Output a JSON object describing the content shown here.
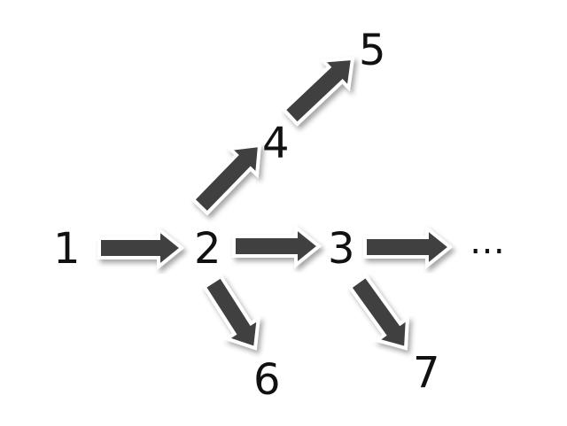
{
  "nodes": {
    "n1": "1",
    "n2": "2",
    "n3": "3",
    "n4": "4",
    "n5": "5",
    "n6": "6",
    "n7": "7",
    "continuation": "…"
  },
  "colors": {
    "arrow_fill": "#3f3f3f",
    "arrow_outline": "#ffffff",
    "text": "#111111",
    "background": "#ffffff"
  },
  "edges": [
    {
      "from": "1",
      "to": "2"
    },
    {
      "from": "2",
      "to": "3"
    },
    {
      "from": "2",
      "to": "4"
    },
    {
      "from": "4",
      "to": "5"
    },
    {
      "from": "2",
      "to": "6"
    },
    {
      "from": "3",
      "to": "…"
    },
    {
      "from": "3",
      "to": "7"
    }
  ]
}
